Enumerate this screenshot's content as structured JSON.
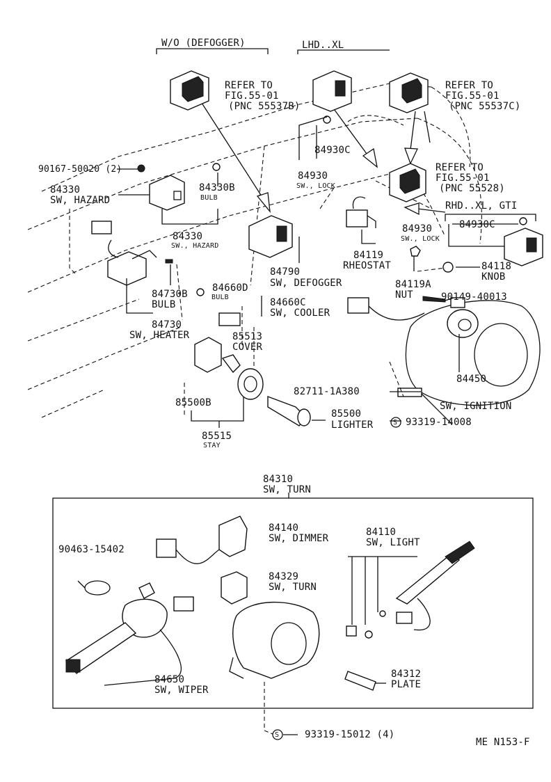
{
  "labels": {
    "wo_defogger": "W/O (DEFOGGER)",
    "lhd_xl": "LHD..XL",
    "refer_1": "REFER TO",
    "refer_1_fig": "FIG.55-01",
    "refer_1_pnc": "(PNC 55537B)",
    "refer_2": "REFER TO",
    "refer_2_fig": "FIG.55-01",
    "refer_2_pnc": "(PNC 55537C)",
    "refer_3": "REFER TO",
    "refer_3_fig": "FIG.55-01",
    "refer_3_pnc": "(PNC 55528)",
    "rhd_xl_gti": "RHD..XL, GTI",
    "p90167": "90167-50020 (2)",
    "p84330_num": "84330",
    "p84330_name": "SW, HAZARD",
    "p84330b_num": "84330B",
    "p84330b_name": "BULB",
    "p84330_2_num": "84330",
    "p84330_2_name": "SW., HAZARD",
    "p84930c_1": "84930C",
    "p84930_1_num": "84930",
    "p84930_1_name": "SW., LOCK",
    "p84930c_2": "84930C",
    "p84930_2_num": "84930",
    "p84930_2_name": "SW., LOCK",
    "p84119_num": "84119",
    "p84119_name": "RHEOSTAT",
    "p84118_num": "84118",
    "p84118_name": "KNOB",
    "p84119a_num": "84119A",
    "p84119a_name": "NUT",
    "p90149": "90149-40013",
    "p84790_num": "84790",
    "p84790_name": "SW, DEFOGGER",
    "p84730b_num": "84730B",
    "p84730b_name": "BULB",
    "p84660d_num": "84660D",
    "p84660d_name": "BULB",
    "p84660c_num": "84660C",
    "p84660c_name": "SW, COOLER",
    "p84730_num": "84730",
    "p84730_name": "SW, HEATER",
    "p85513_num": "85513",
    "p85513_name": "COVER",
    "p82711": "82711-1A380",
    "p84450_num": "84450",
    "p84450_name": "SW, IGNITION",
    "p85500b": "85500B",
    "p85500_num": "85500",
    "p85500_name": "LIGHTER",
    "s_mark_1": "S",
    "p93319_14008": "93319-14008",
    "p85515_num": "85515",
    "p85515_name": "STAY",
    "p84310_num": "84310",
    "p84310_name": "SW, TURN",
    "p84140_num": "84140",
    "p84140_name": "SW, DIMMER",
    "p90463": "90463-15402",
    "p84110_num": "84110",
    "p84110_name": "SW, LIGHT",
    "p84329_num": "84329",
    "p84329_name": "SW, TURN",
    "p84650_num": "84650",
    "p84650_name": "SW, WIPER",
    "p84312_num": "84312",
    "p84312_name": "PLATE",
    "s_mark_2": "S",
    "p93319_15012": "93319-15012 (4)",
    "ref_code": "ME N153-F"
  }
}
